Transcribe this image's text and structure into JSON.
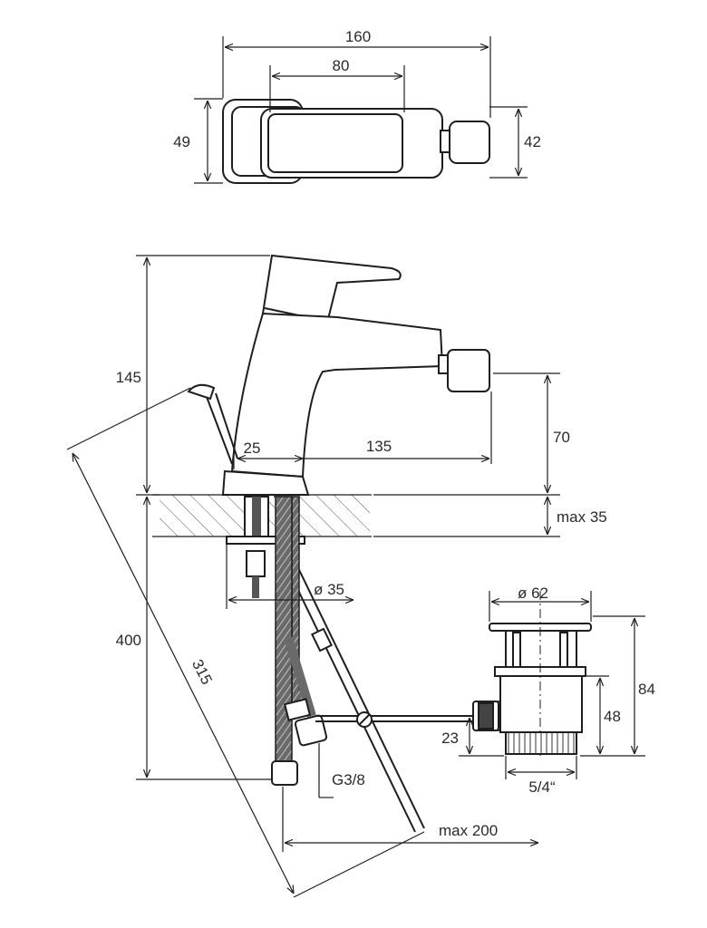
{
  "dimensions": {
    "top_width_160": "160",
    "top_lever_80": "80",
    "top_height_49": "49",
    "top_height_42": "42",
    "height_145": "145",
    "offset_25": "25",
    "spout_135": "135",
    "spout_70": "70",
    "max_35": "max 35",
    "dia_35": "ø 35",
    "total_400": "400",
    "rod_315": "315",
    "dia_62": "ø 62",
    "waste_84": "84",
    "waste_48": "48",
    "waste_23": "23",
    "thread_g38": "G3/8",
    "thread_54": "5/4“",
    "max_200": "max 200"
  }
}
